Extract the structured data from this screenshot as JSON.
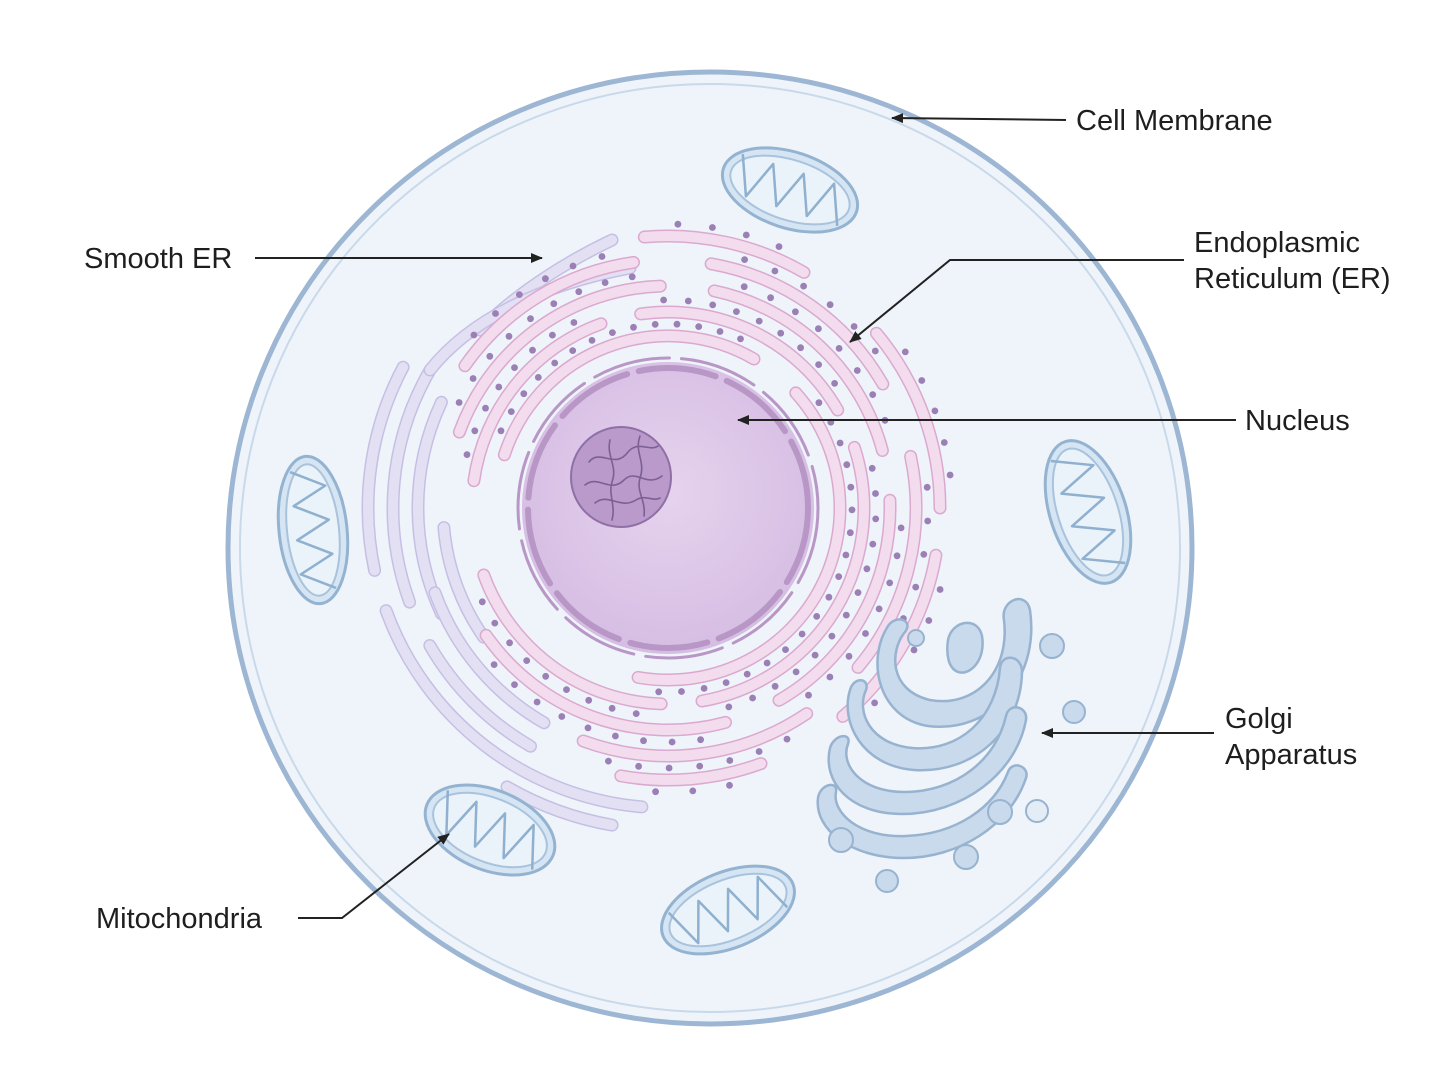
{
  "labels": {
    "cell_membrane": "Cell Membrane",
    "smooth_er": "Smooth ER",
    "er_line1": "Endoplasmic",
    "er_line2": "Reticulum (ER)",
    "nucleus": "Nucleus",
    "golgi_line1": "Golgi",
    "golgi_line2": "Apparatus",
    "mitochondria": "Mitochondria"
  },
  "colors": {
    "membrane_stroke": "#9cb6d3",
    "cytoplasm": "#eef4fa",
    "nucleus": "#dfc9e8",
    "nuclear_envelope": "#b896c6",
    "nucleolus": "#b99acb",
    "rough_er": "#dba9cf",
    "ribosome": "#9b7fb5",
    "smooth_er": "#c5c0e3",
    "mitochondria": "#d5e5f3",
    "golgi": "#c8daeb",
    "arrow": "#222222"
  }
}
